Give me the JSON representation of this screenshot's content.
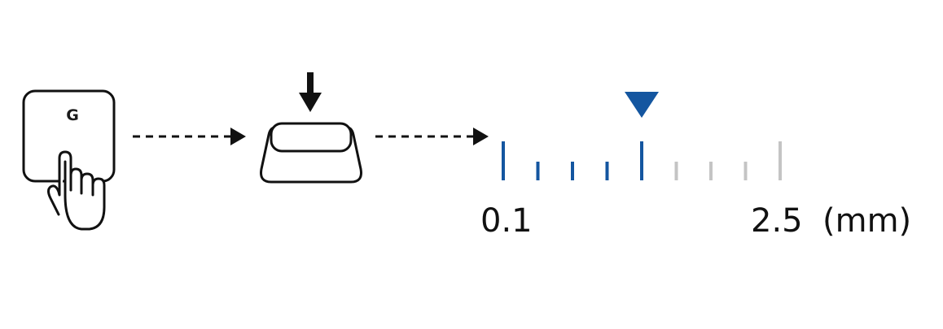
{
  "key": {
    "letter": "G"
  },
  "scale": {
    "min_label": "0.1",
    "max_label": "2.5",
    "unit_label": "(mm)",
    "ticks_total": 9,
    "ticks_active": 5,
    "marker_tick_index": 4
  },
  "colors": {
    "active": "#1456a0",
    "inactive": "#c4c4c4",
    "line": "#111111"
  },
  "icons": [
    "finger-press-key-icon",
    "dashed-arrow-icon",
    "keycap-press-icon",
    "down-arrow-icon",
    "triangle-marker-icon"
  ]
}
